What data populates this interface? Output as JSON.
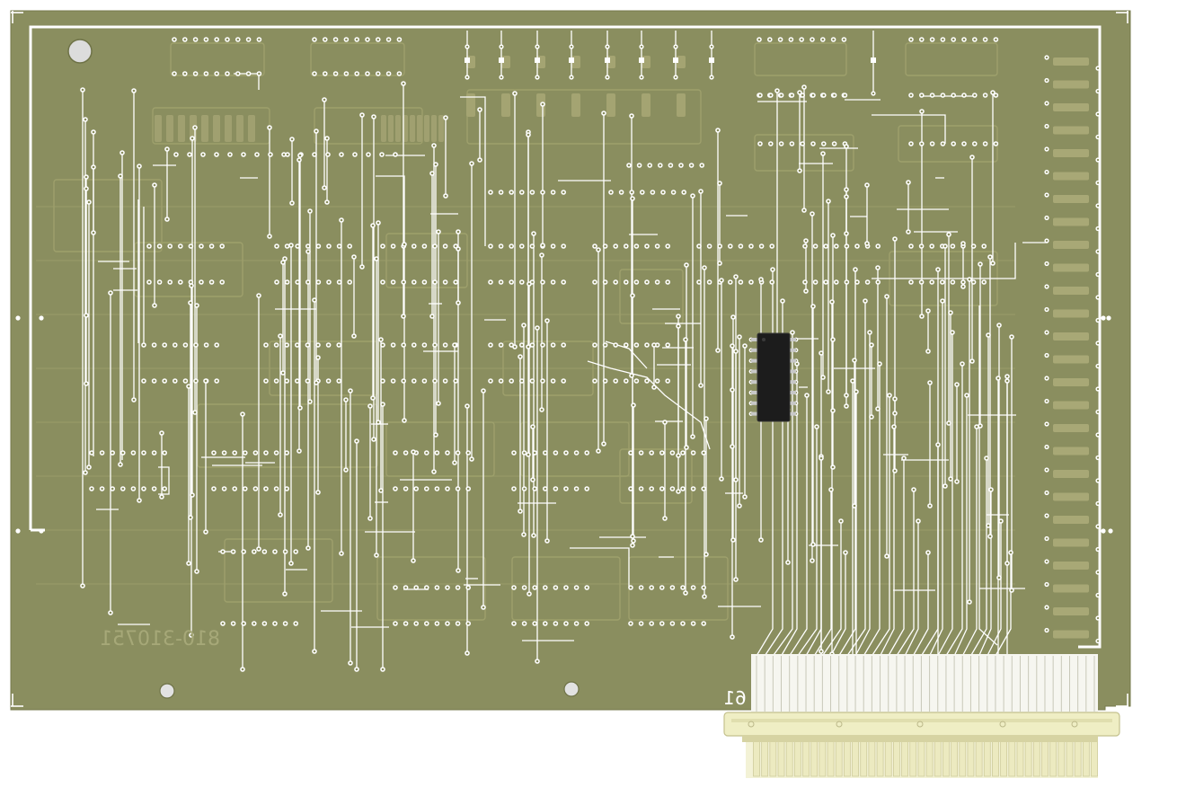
{
  "board": {
    "part_number": "810-310751",
    "connector_label": "61",
    "colors": {
      "substrate": "#8a8e5f",
      "substrate_edge": "#767a4d",
      "trace": "#ffffff",
      "ghost": "#9ea06c",
      "chip": "#1c1c1c",
      "connector": "#efeec4",
      "connector_shadow": "#cfcc9c",
      "finger": "#f6f6f0",
      "hole": "#e8e8e8"
    }
  },
  "components": [
    {
      "name": "dip-16-ic",
      "kind": "integrated-circuit",
      "pins": 16
    },
    {
      "name": "edge-connector",
      "kind": "card-edge-connector"
    }
  ]
}
